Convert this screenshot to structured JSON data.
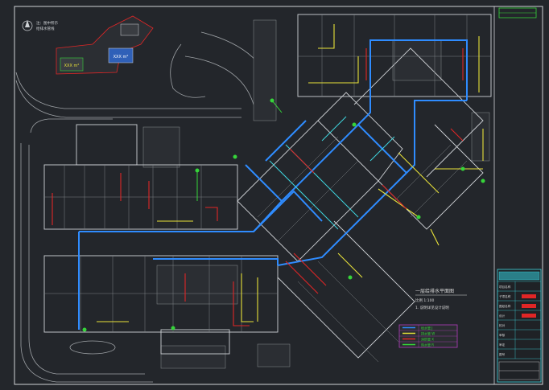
{
  "drawing": {
    "title_cn": "一层给排水平面图",
    "scale_label": "比例 1:100",
    "subtitle": "1. 说明详见设计说明",
    "inset_labels": [
      "XXX m²",
      "XXX m²"
    ],
    "inset_note_lines": [
      "注：图中所示",
      "给排水管线"
    ],
    "legend_rows": [
      "给水管 J",
      "排水管 W",
      "消防管 X",
      "热水管 R"
    ]
  },
  "title_block": {
    "rows": [
      "项目名称",
      "子项名称",
      "图纸名称",
      "设计",
      "校对",
      "审核",
      "审定",
      "图号"
    ],
    "values": [
      "",
      "",
      "",
      "",
      "",
      "",
      "",
      ""
    ]
  },
  "colors": {
    "background": "#23262b",
    "water_blue": "#2f8cff",
    "cyan": "#3fd7e0",
    "yellow": "#e8e23a",
    "red": "#e02626",
    "green": "#36d43a",
    "white": "#d9d9d9",
    "magenta": "#b13dbd",
    "grid_gray": "#8a8d91"
  }
}
